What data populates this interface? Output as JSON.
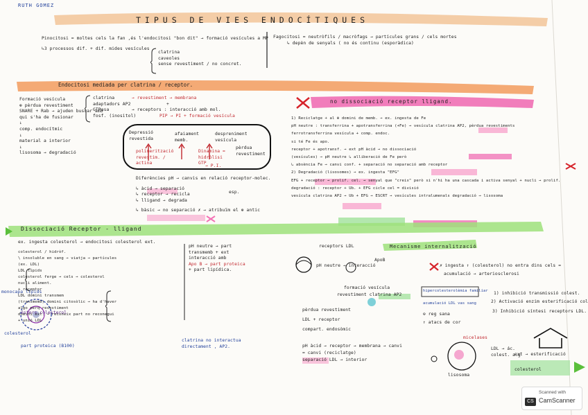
{
  "author": "RUTH GOMEZ",
  "title": "TIPUS DE VIES ENDOCÍTIQUES",
  "top_left": [
    "Pinocitosi = moltes cels la fan ,és l'endocitosi \"bon dit\" → formació vesícules a MP",
    "↳3 processos dif. + dif. mides vesícules"
  ],
  "top_left_brace": [
    "clatrina",
    "caveoles",
    "sense revestiment / no concret."
  ],
  "top_right": [
    "Fagocitosi = neutròfils / macròfags → partícules grans / cels mortes",
    "↳ depèn de senyals ( no és continu (esporàdica)"
  ],
  "sec1_title": "Endocitosi mediada per clatrina / receptor.",
  "sec1_left": [
    "Formació vesícula",
    "",
    "",
    "",
    "⊕ pèrdua revestiment",
    "",
    "SNARE + Rab → ajuden buscar amb",
    "         qui s'ha de fusionar",
    "              ↓",
    "       comp. endocítmic",
    "              ↓",
    "       material a interior",
    "              ↓",
    "       lisosoma → degradació"
  ],
  "sec1_brace": [
    "clatrina",
    "adaptadors AP2",
    "GTPasa",
    "fosf. (inositol)"
  ],
  "sec1_brace_right": [
    "→ revestiment → membrana",
    "+",
    "→ receptors : interacció amb mol.",
    "   PIP → PI + formació vesícula"
  ],
  "cycle": {
    "a": "Depressió revestida",
    "b": "afaiament memb.",
    "c": "despreniment vesícula",
    "d": "polimerització revestim. / actina",
    "e": "Dinamina = hidròlisi GTP",
    "f": "pèrdua revestiment",
    "g": "→ P.I."
  },
  "sec1_bottom": [
    "Diferències pH → canvis en relació receptor-molec.",
    "  ↳ àcid → separació",
    "      ↳ receptor → recicla",
    "      ↳ lligand → degrada",
    "  ↳ bàsic → no separació  ✗ → atribuïm el ⊕ antic"
  ],
  "sec1_esp": "esp.",
  "right_banner": "no dissociació receptor lligand.",
  "sec1_right": [
    "1) Reciclatge + al ⊕ domini de memb. → ex. ingesta de Fe",
    "",
    "pH neutre : transferrina + apotransferrina (+Fe) → vesícula clatrina AP2, pèrdua revestiments",
    "                 ferrotransferrina              vesícula + comp. endoc.",
    "                 si té Fe és apo.",
    "receptor + apotransf. → ext              pH àcid → no dissociació",
    "          (vesícules) → pH neutre          ↳ alliberació de Fe però",
    "                         ↳ absència Fe → canvi conf. + separació    no separació amb receptor",
    "2) Degradació (lisosomes) → ex. ingesta \"EFG\"",
    "",
    "EFG + receptor → prolif. cel. → senyal que \"creix\" però si n'hi ha una cascada i activa senyal + nucli → prolif.",
    "degradació : receptor + Ub. + EFG                                       cicle cel = divisió",
    "      vesícula clatrina AP2 → Ub + EFG → ESCRT → vesícules intralumenals   degradació → lisosoma"
  ],
  "sec2_title": "Dissociació Receptor - lligand",
  "sec2_intro": "ex. ingesta colesterol → endocitosi colesterol ext.",
  "sec2_left": [
    "colesterol / hidròf.",
    "           \\ insoluble en sang → viatja → partícules",
    "                                         (ex. LDL)",
    "LDL   lípids",
    "      colesterol        ferge → cels → colesterol",
    "      nucli                            aliment.",
    "             + receptor",
    "               LDL          domini transmem",
    "             (transmemb)   domini citosòlic → ha d'haver",
    "                                             algo perq revestiment",
    "                           domini ext. → reconeix part    no reconegui",
    "                                         + unió LDL"
  ],
  "sec2_ph": [
    "pH neutre → part",
    "           transmemb + ext",
    "interacció amb",
    "  Apo B → part proteica",
    "  + part lipídica."
  ],
  "sec2_labels": [
    "monocapa lípids",
    "ésters colesterol",
    "colesterol",
    "part proteica (B100)"
  ],
  "sec2_bottom": "clatrina no interactua directament , AP2.",
  "sec2_mid": [
    "receptors LDL",
    "pH neutre → interacció",
    "ApoB",
    "formació vesícula",
    "revestiment clatrina AP2",
    "pèrdua revestiment",
    "LDL + receptor",
    "compart. endosòmic",
    "pH àcid → receptor → membrana → canvi",
    "= canvi      (reciclatge)",
    "  separació   LDL → interior",
    "lisosoma"
  ],
  "sec2_right_title": "Mecanisme internalització",
  "sec2_right": [
    "✗ ingesta ↑ (colesterol) no entra dins cels =",
    "   acumulació → arteriosclerosi",
    "hipercolesterolèmia familiar",
    "   acumulació LDL vas sang",
    "⊖ reg sana",
    "↑ atacs de cor",
    "1) inhibició transmissió colest.",
    "2) Activació enzim esterificació colest.",
    "3) Inhibició síntesi receptors LDL.",
    "micelases",
    "LDL → ác. colest. a.g",
    "ext → esterificació",
    "colesterol"
  ],
  "watermark": [
    "Scanned with",
    "CamScanner"
  ]
}
